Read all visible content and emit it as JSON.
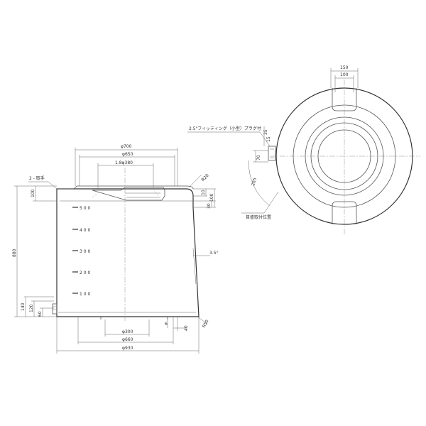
{
  "front_view": {
    "dims": {
      "d700": "φ700",
      "d650": "φ650",
      "pitch": "1.8φ380",
      "r20": "R20",
      "height": "880",
      "top_100_left": "100",
      "top_100_right": "100",
      "top_10": "10",
      "top_30": "30",
      "bottom_140": "140",
      "bottom_120": "120",
      "bottom_60": "60",
      "taper": "3.5°",
      "d300": "φ300",
      "d660": "φ660",
      "d930": "φ930",
      "b6": "6",
      "b40": "40",
      "r50": "R50"
    },
    "labels": {
      "handle": "2 - 取手"
    },
    "scale": [
      "5 0 0",
      "4 0 0",
      "3 0 0",
      "2 0 0",
      "1 0 0"
    ]
  },
  "top_view": {
    "dims": {
      "d150": "150",
      "d100": "100",
      "d35": "35",
      "d70": "70",
      "r15": "15",
      "r285": "285"
    },
    "labels": {
      "fitting": "2.5\"フィッティング（小型）プラグ付",
      "scale_position": "目盛取付位置"
    }
  }
}
